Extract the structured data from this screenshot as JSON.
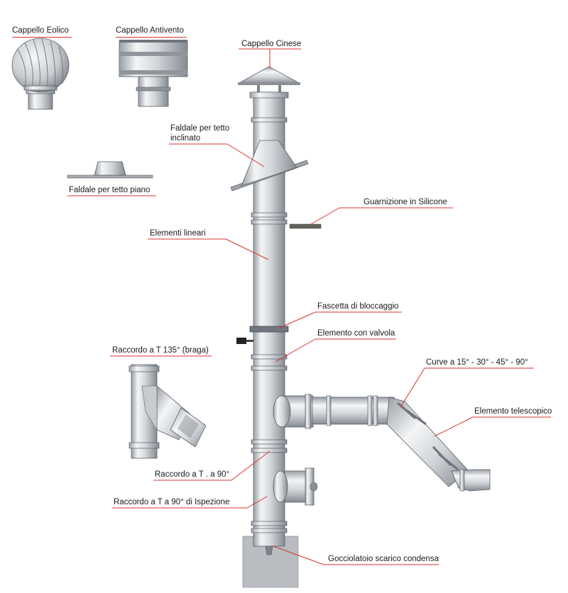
{
  "labels": {
    "cappello_eolico": "Cappello Eolico",
    "cappello_antivento": "Cappello Antivento",
    "cappello_cinese": "Cappello Cinese",
    "faldale_inclinato_1": "Faldale per tetto",
    "faldale_inclinato_2": "inclinato",
    "faldale_piano": "Faldale per tetto piano",
    "guarnizione": "Guarnizione in Silicone",
    "elementi_lineari": "Elementi lineari",
    "fascetta": "Fascetta di bloccaggio",
    "elemento_valvola": "Elemento con valvola",
    "raccordo_135": "Raccordo a T 135° (braga)",
    "curve": "Curve a 15° - 30° - 45° - 90°",
    "elemento_telescopico": "Elemento telescopico",
    "raccordo_t90": "Raccordo a T . a 90°",
    "raccordo_ispezione": "Raccordo a T a 90° di Ispezione",
    "gocciolatoio": "Gocciolatoio scarico condensa"
  },
  "colors": {
    "leader": "#d6352f",
    "metal_light": "#eef0f2",
    "metal_mid": "#c3c7cb",
    "metal_dark": "#8a8f95",
    "outline": "#5a5f66",
    "base_block": "#bfc3c7"
  }
}
